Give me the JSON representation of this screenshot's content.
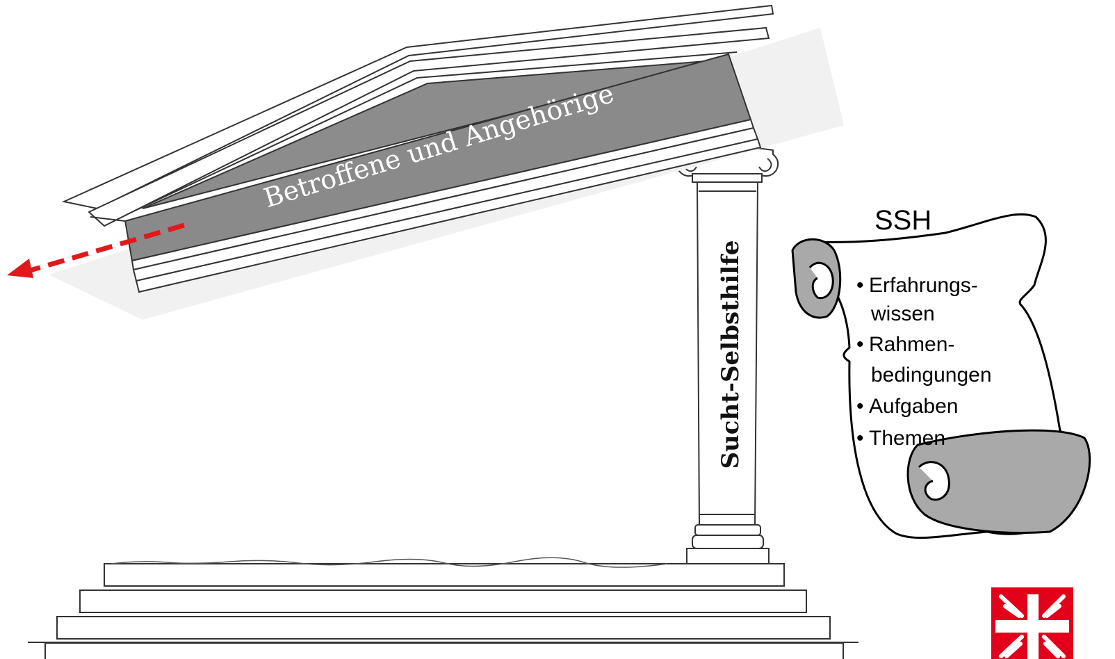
{
  "roof": {
    "label": "Betroffene und Angehörige"
  },
  "column": {
    "label": "Sucht-Selbsthilfe"
  },
  "scroll": {
    "title": "SSH",
    "items": [
      {
        "bullet": "•",
        "lines": [
          "Erfahrungs-",
          "wissen"
        ]
      },
      {
        "bullet": "•",
        "lines": [
          "Rahmen-",
          "bedingungen"
        ]
      },
      {
        "bullet": "•",
        "lines": [
          "Aufgaben"
        ]
      },
      {
        "bullet": "•",
        "lines": [
          "Themen"
        ]
      }
    ]
  },
  "colors": {
    "line": "#333333",
    "frieze": "#8a8a8a",
    "pediment_fill": "#8c8c8c",
    "arrow": "#e0191b",
    "scroll_curl": "#a9a9a9",
    "logo": "#e2001a"
  }
}
